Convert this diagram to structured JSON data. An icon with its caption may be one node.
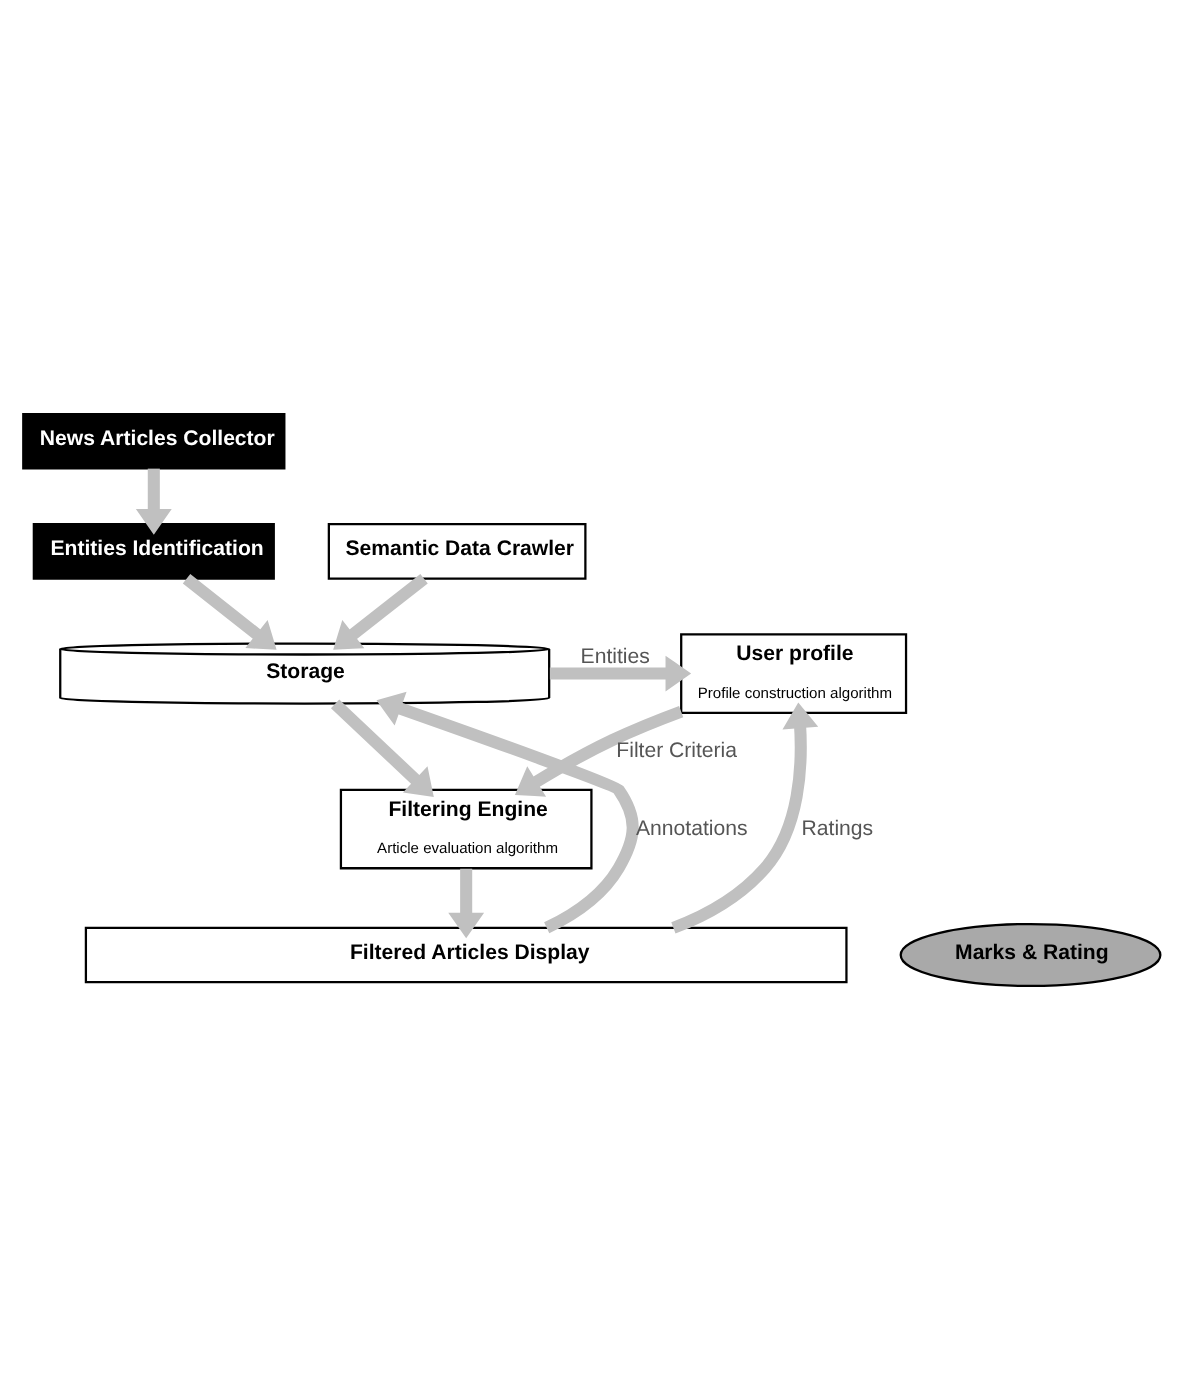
{
  "diagram": {
    "nodes": [
      {
        "text": [
          "News Articles Collector"
        ]
      },
      {
        "text": [
          "Entities Identification"
        ]
      },
      {
        "text": [
          "Semantic Data Crawler"
        ]
      },
      {
        "text": [
          "Storage"
        ]
      },
      {
        "text": [
          "User profile",
          "Profile construction algorithm"
        ]
      },
      {
        "text": [
          "Filtering Engine",
          "Article evaluation algorithm"
        ]
      },
      {
        "text": [
          "Filtered Articles Display"
        ]
      },
      {
        "text": [
          "Marks & Rating"
        ]
      }
    ],
    "edges": [
      {
        "from": 0,
        "to": 1,
        "arrow": "to"
      },
      {
        "from": 1,
        "to": 3,
        "arrow": "to"
      },
      {
        "from": 2,
        "to": 3,
        "arrow": "to"
      },
      {
        "from": 3,
        "to": 4,
        "arrow": "to",
        "label": "Entities"
      },
      {
        "from": 3,
        "to": 5,
        "arrow": "to"
      },
      {
        "from": 4,
        "to": 5,
        "arrow": "to",
        "label": "Filter Criteria"
      },
      {
        "from": 5,
        "to": 6,
        "arrow": "to"
      },
      {
        "from": 6,
        "to": 3,
        "arrow": "to",
        "label": "Annotations"
      },
      {
        "from": 6,
        "to": 4,
        "arrow": "to",
        "label": "Ratings"
      }
    ]
  }
}
